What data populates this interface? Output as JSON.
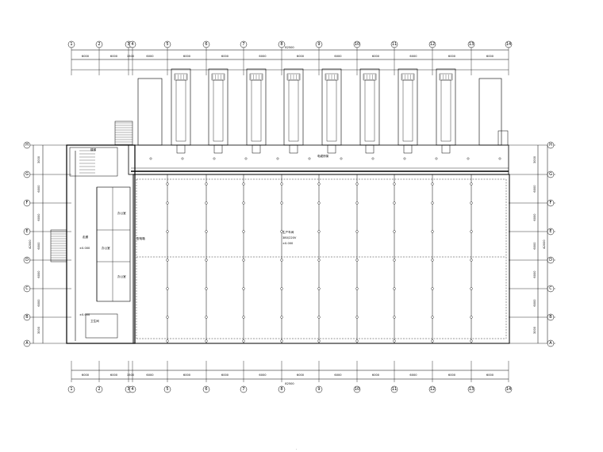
{
  "top_axes": [
    "1",
    "2",
    "3",
    "4",
    "5",
    "6",
    "7",
    "8",
    "9",
    "10",
    "11",
    "12",
    "13",
    "14"
  ],
  "top_dims": [
    "6000",
    "6000",
    "1500",
    "6000",
    "6000",
    "6000",
    "6000",
    "6000",
    "6000",
    "6000",
    "6000",
    "6000",
    "6000"
  ],
  "top_total": "82500",
  "bottom_axes": [
    "1",
    "2",
    "3",
    "4",
    "5",
    "6",
    "7",
    "8",
    "9",
    "10",
    "11",
    "12",
    "13",
    "14"
  ],
  "bottom_dims": [
    "6000",
    "6000",
    "1500",
    "6000",
    "6000",
    "6000",
    "6000",
    "6000",
    "6000",
    "6000",
    "6000",
    "6000",
    "6000"
  ],
  "bottom_total": "82500",
  "left_axes": [
    "H",
    "G",
    "F",
    "E",
    "D",
    "C",
    "B",
    "A"
  ],
  "right_axes": [
    "H",
    "G",
    "F",
    "E",
    "D",
    "C",
    "B",
    "A"
  ],
  "left_dims": [
    "3000",
    "6000",
    "6000",
    "6000",
    "6000",
    "6000",
    "3000"
  ],
  "left_total": "42000",
  "right_dims": [
    "3000",
    "6000",
    "6000",
    "6000",
    "6000",
    "6000",
    "3000"
  ],
  "right_total": "42000",
  "room_labels": {
    "corridor": "走廊",
    "office_a": "办公室",
    "office_b": "办公室",
    "office_c": "办公室",
    "stair": "楼梯",
    "toilet": "卫生间",
    "workshop_line1": "生产车间",
    "workshop_line2": "380/220V",
    "workshop_line3": "±0.000",
    "elev_left": "±0.000",
    "elev_left2": "±0.000",
    "panel": "配电箱",
    "tray_note": "电缆桥架"
  },
  "bottom_mark": "."
}
